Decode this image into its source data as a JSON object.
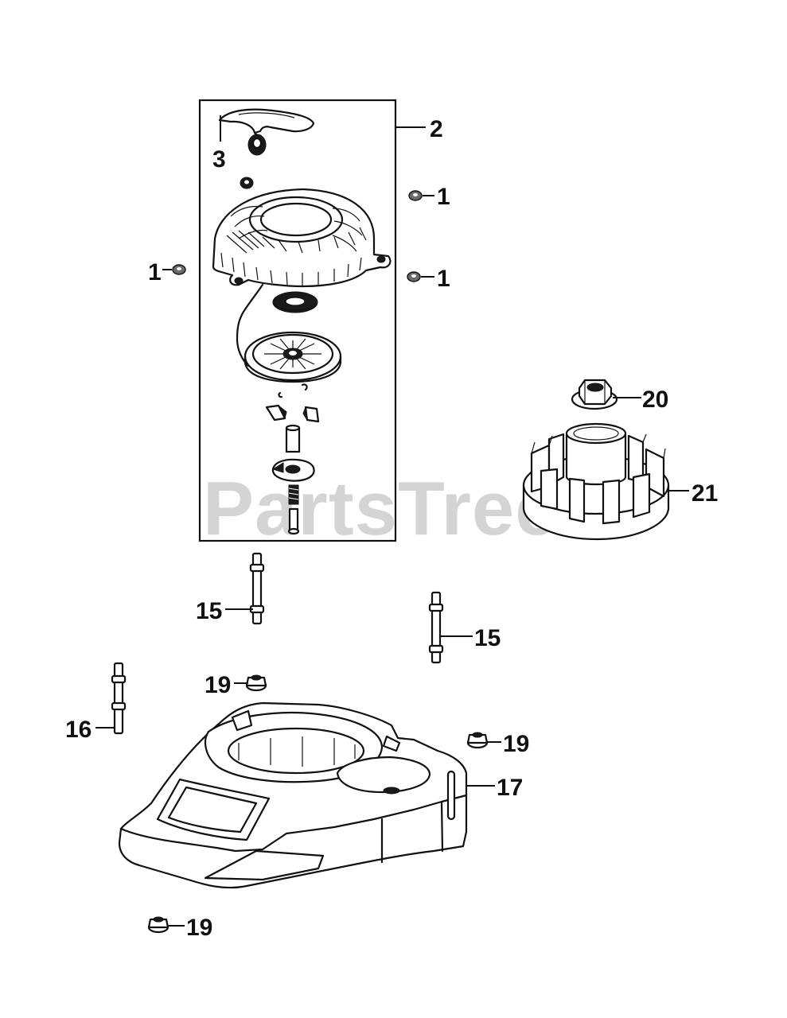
{
  "watermark": "PartsTree",
  "callouts": {
    "c1a": "1",
    "c1b": "1",
    "c1c": "1",
    "c2": "2",
    "c3": "3",
    "c15a": "15",
    "c15b": "15",
    "c16": "16",
    "c17": "17",
    "c19a": "19",
    "c19b": "19",
    "c19c": "19",
    "c20": "20",
    "c21": "21"
  }
}
